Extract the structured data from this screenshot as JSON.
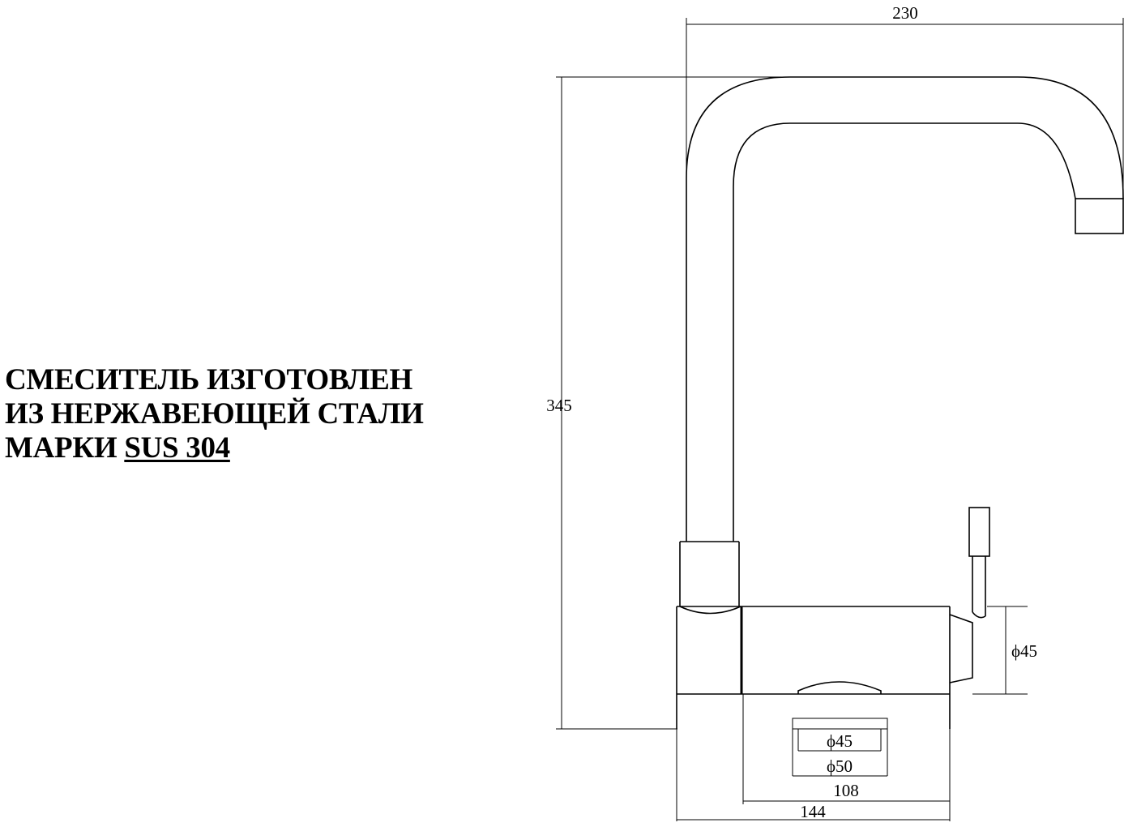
{
  "caption": {
    "line1": "СМЕСИТЕЛЬ ИЗГОТОВЛЕН",
    "line2": "ИЗ НЕРЖАВЕЮЩЕЙ СТАЛИ",
    "line3_prefix": "МАРКИ ",
    "line3_material": "SUS 304"
  },
  "dimensions": {
    "total_width": "230",
    "total_height": "345",
    "body_diameter": "ϕ45",
    "base_inner_diameter": "ϕ45",
    "base_outer_diameter": "ϕ50",
    "body_length": "108",
    "overall_length": "144"
  }
}
